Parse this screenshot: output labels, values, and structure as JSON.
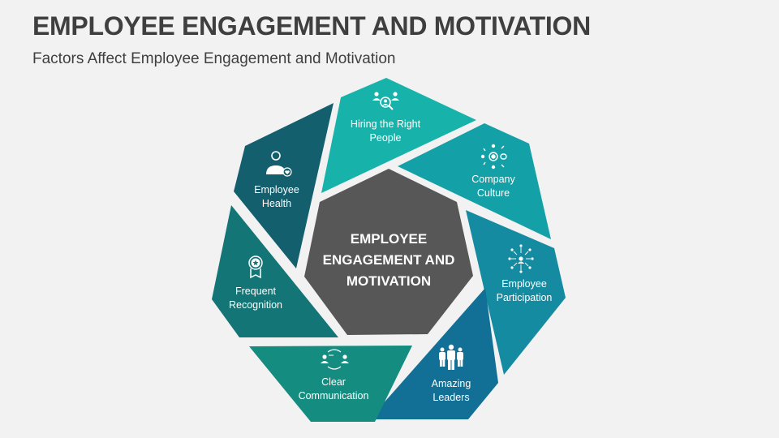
{
  "header": {
    "title": "EMPLOYEE ENGAGEMENT AND MOTIVATION",
    "subtitle": "Factors Affect Employee Engagement and Motivation"
  },
  "center": {
    "line1": "EMPLOYEE",
    "line2": "ENGAGEMENT AND",
    "line3": "MOTIVATION",
    "color": "#575757"
  },
  "segments": [
    {
      "line1": "Hiring the Right",
      "line2": "People",
      "icon": "hiring-search-people-icon",
      "color": "#17B3AA"
    },
    {
      "line1": "Company",
      "line2": "Culture",
      "icon": "company-culture-cycle-icon",
      "color": "#13A0A6"
    },
    {
      "line1": "Employee",
      "line2": "Participation",
      "icon": "network-participation-icon",
      "color": "#148BA0"
    },
    {
      "line1": "Amazing",
      "line2": "Leaders",
      "icon": "leaders-group-icon",
      "color": "#126F96"
    },
    {
      "line1": "Clear",
      "line2": "Communication",
      "icon": "communication-exchange-icon",
      "color": "#148C80"
    },
    {
      "line1": "Frequent",
      "line2": "Recognition",
      "icon": "award-badge-icon",
      "color": "#137575"
    },
    {
      "line1": "Employee",
      "line2": "Health",
      "icon": "employee-health-icon",
      "color": "#145F6E"
    }
  ],
  "colors": {
    "background": "#F2F2F2",
    "title": "#3F3F3F"
  }
}
